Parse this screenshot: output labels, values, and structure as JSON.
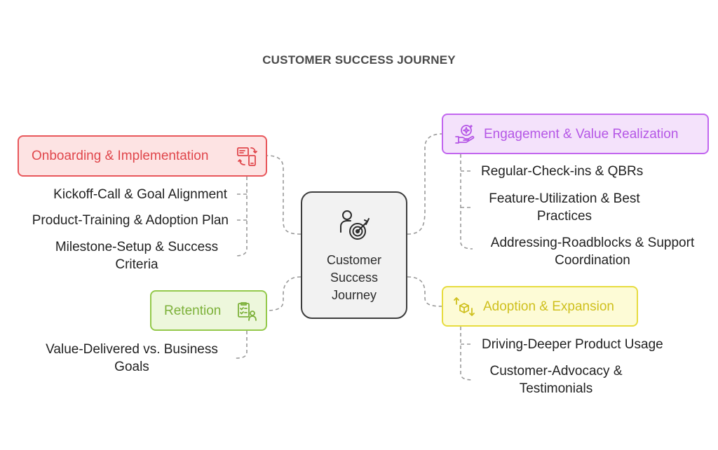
{
  "title": "CUSTOMER SUCCESS JOURNEY",
  "center": {
    "label_lines": [
      "Customer",
      "Success",
      "Journey"
    ],
    "icon": "customer-target-icon"
  },
  "branches": {
    "onboarding": {
      "label": "Onboarding & Implementation",
      "icon": "devices-sync-icon",
      "color": "#e8575b",
      "items": [
        {
          "lines": [
            "Kickoff-Call & Goal Alignment"
          ]
        },
        {
          "lines": [
            "Product-Training & Adoption Plan"
          ]
        },
        {
          "lines": [
            "Milestone-Setup & Success",
            "Criteria"
          ]
        }
      ]
    },
    "engagement": {
      "label": "Engagement & Value Realization",
      "icon": "hand-sparkle-icon",
      "color": "#c266ef",
      "items": [
        {
          "lines": [
            "Regular-Check-ins & QBRs"
          ]
        },
        {
          "lines": [
            "Feature-Utilization & Best",
            "Practices"
          ]
        },
        {
          "lines": [
            "Addressing-Roadblocks & Support",
            "Coordination"
          ]
        }
      ]
    },
    "retention": {
      "label": "Retention",
      "icon": "checklist-person-icon",
      "color": "#94c94b",
      "items": [
        {
          "lines": [
            "Value-Delivered vs. Business",
            "Goals"
          ]
        }
      ]
    },
    "adoption": {
      "label": "Adoption & Expansion",
      "icon": "boxes-arrows-icon",
      "color": "#e7dc3f",
      "items": [
        {
          "lines": [
            "Driving-Deeper Product Usage"
          ]
        },
        {
          "lines": [
            "Customer-Advocacy &",
            "Testimonials"
          ]
        }
      ]
    }
  }
}
